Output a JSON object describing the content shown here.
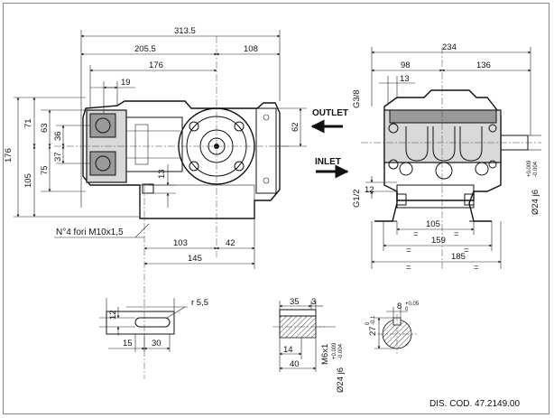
{
  "drawing_code": "DIS. COD. 47.2149.00",
  "labels": {
    "outlet": "OUTLET",
    "inlet": "INLET",
    "holes": "N°4 fori M10x1,5",
    "outlet_thread": "G3/8",
    "inlet_thread": "G1/2",
    "radius": "r 5,5",
    "shaft_thread": "M6x1",
    "key_width": "8",
    "key_width_tol_top": "+0.05",
    "key_width_tol_bot": "0",
    "key_depth": "27",
    "key_depth_tol_top": "0",
    "key_depth_tol_bot": "-0.1",
    "shaft_dia_main": "Ø24 j6",
    "shaft_dia_detail": "Ø24 j6",
    "shaft_tol_top": "+0.009",
    "shaft_tol_bot": "-0.004",
    "equal": "="
  },
  "dims": {
    "d313_5": "313.5",
    "d205_5": "205.5",
    "d108": "108",
    "d176_top": "176",
    "d19": "19",
    "d71": "71",
    "d63": "63",
    "d36": "36",
    "d37": "37",
    "d75": "75",
    "d105_left": "105",
    "d176_left": "176",
    "d62": "62",
    "d13_side": "13",
    "d103": "103",
    "d42": "42",
    "d145": "145",
    "d234": "234",
    "d98": "98",
    "d136": "136",
    "d13_front": "13",
    "d12_front": "12",
    "d105_front": "105",
    "d159": "159",
    "d185": "185",
    "d12_foot": "12",
    "d15": "15",
    "d30": "30",
    "d35": "35",
    "d3": "3",
    "d14": "14",
    "d40": "40"
  }
}
